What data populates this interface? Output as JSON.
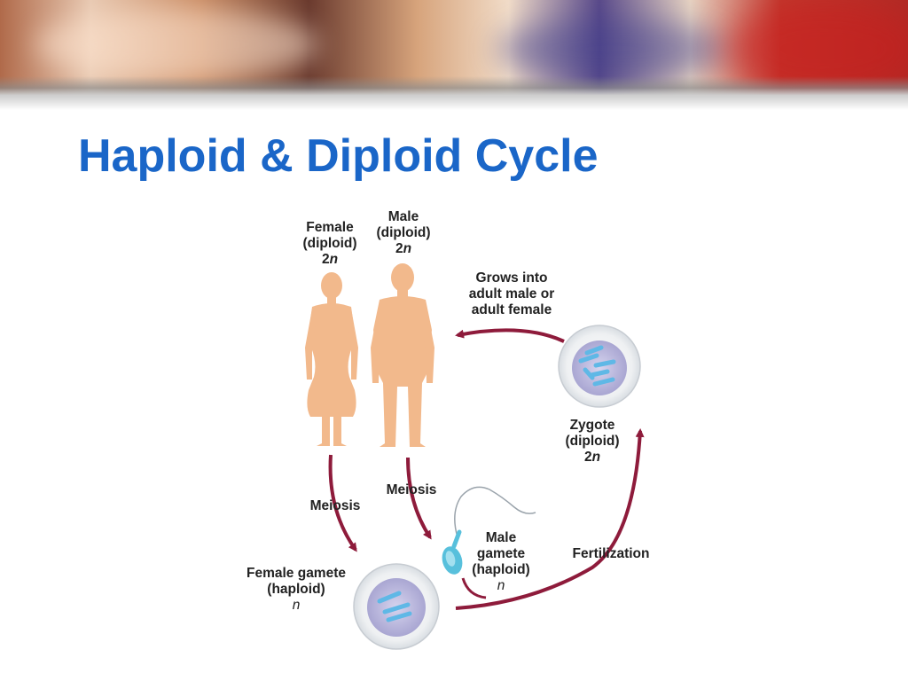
{
  "slide": {
    "title": "Haploid & Diploid Cycle"
  },
  "labels": {
    "female": {
      "line1": "Female",
      "line2": "(diploid)",
      "ploidy_num": "2",
      "ploidy_n": "n"
    },
    "male": {
      "line1": "Male",
      "line2": "(diploid)",
      "ploidy_num": "2",
      "ploidy_n": "n"
    },
    "grows": {
      "line1": "Grows into",
      "line2": "adult male or",
      "line3": "adult female"
    },
    "zygote": {
      "line1": "Zygote",
      "line2": "(diploid)",
      "ploidy_num": "2",
      "ploidy_n": "n"
    },
    "meiosis_female": "Meiosis",
    "meiosis_male": "Meiosis",
    "male_gamete": {
      "line1": "Male",
      "line2": "gamete",
      "line3": "(haploid)",
      "ploidy_n": "n"
    },
    "fertilization": "Fertilization",
    "female_gamete": {
      "line1": "Female gamete",
      "line2": "(haploid)",
      "ploidy_n": "n"
    }
  },
  "colors": {
    "title": "#1a66c8",
    "arrow": "#8e1b3b",
    "body": "#f2b98c",
    "cell_nucleus": "#b9b6dc",
    "chromosome": "#5fb8e6",
    "sperm": "#58c0dc"
  },
  "icons": {
    "female_figure": "female-body-icon",
    "male_figure": "male-body-icon",
    "zygote_cell": "cell-icon",
    "egg_cell": "cell-icon",
    "sperm": "sperm-icon"
  }
}
